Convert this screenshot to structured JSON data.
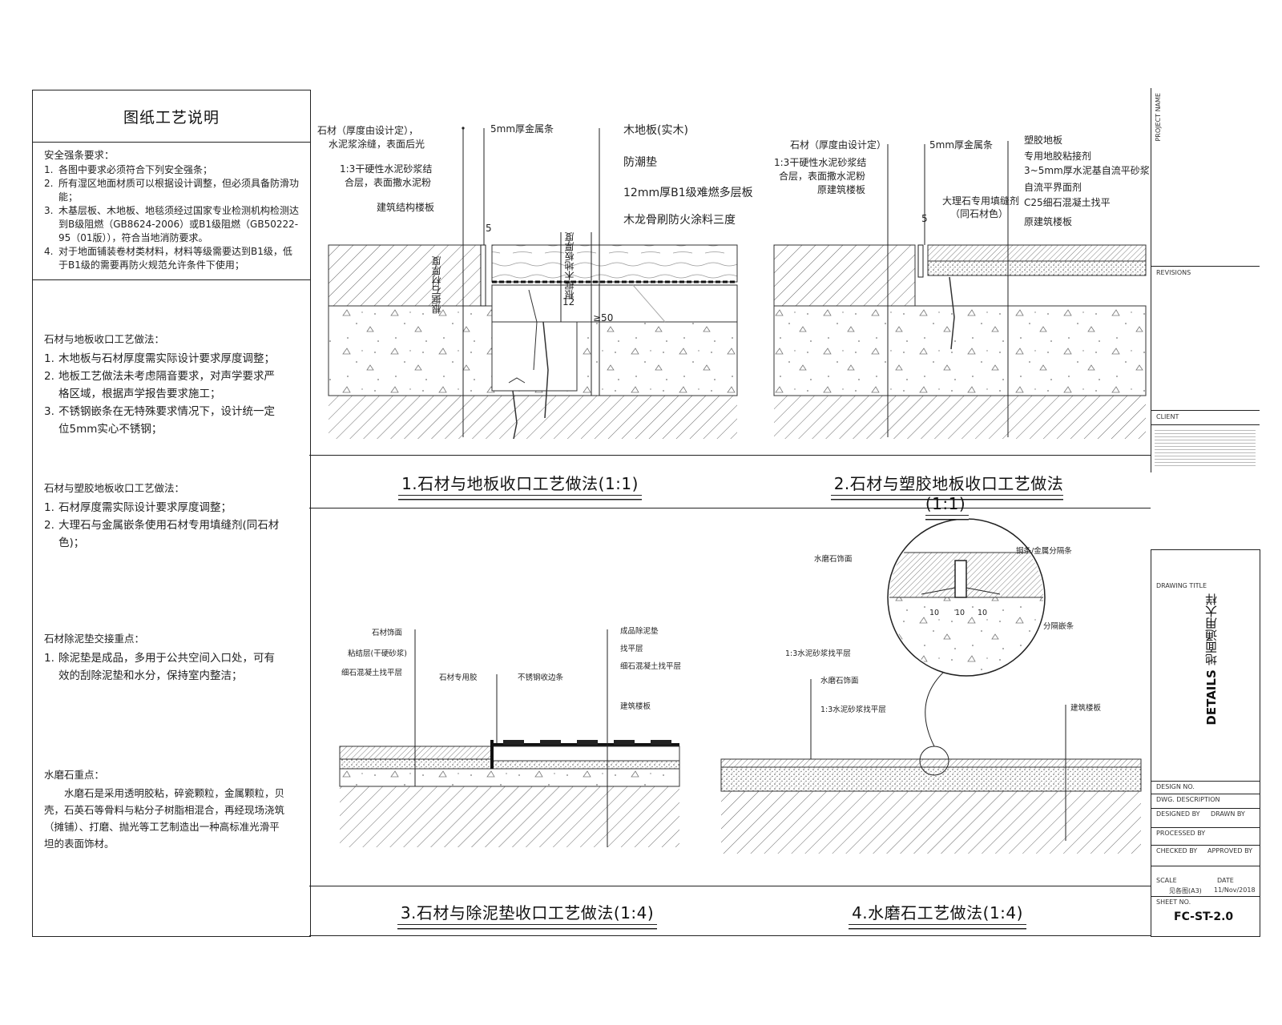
{
  "notes": {
    "title": "图纸工艺说明",
    "safety": {
      "heading": "安全强条要求：",
      "items": [
        "各图中要求必须符合下列安全强条；",
        "所有湿区地面材质可以根据设计调整，但必须具备防滑功能；",
        "木基层板、木地板、地毯须经过国家专业检测机构检测达到B级阻燃（GB8624-2006）或B1级阻燃（GB50222-95（01版）），符合当地消防要求。",
        "对于地面铺装卷材类材料，材料等级需要达到B1级，低于B1级的需要再防火规范允许条件下使用；"
      ]
    },
    "stone_wood": {
      "heading": "石材与地板收口工艺做法：",
      "items": [
        "木地板与石材厚度需实际设计要求厚度调整；",
        "地板工艺做法未考虑隔音要求，对声学要求严格区域，根据声学报告要求施工；",
        "不锈钢嵌条在无特殊要求情况下，设计统一定位5mm实心不锈钢；"
      ]
    },
    "stone_pvc": {
      "heading": "石材与塑胶地板收口工艺做法：",
      "items": [
        "石材厚度需实际设计要求厚度调整；",
        "大理石与金属嵌条使用石材专用填缝剂(同石材色)；"
      ]
    },
    "mat": {
      "heading": "石材除泥垫交接重点：",
      "items": [
        "除泥垫是成品，多用于公共空间入口处，可有效的刮除泥垫和水分，保持室内整洁；"
      ]
    },
    "terrazzo": {
      "heading": "水磨石重点：",
      "body": "水磨石是采用透明胶粘，碎瓷颗粒，金属颗粒，贝壳，石英石等骨料与粘分子树脂相混合，再经现场浇筑（摊铺）、打磨、抛光等工艺制造出一种高标准光滑平坦的表面饰材。"
    }
  },
  "detail1": {
    "caption": "1.石材与地板收口工艺做法(1:1)",
    "left_labels": [
      "石材（厚度由设计定），",
      "水泥浆涂缝，表面后光",
      "1:3干硬性水泥砂浆结",
      "合层，表面撒水泥粉",
      "建筑结构楼板"
    ],
    "strip": "5mm厚金属条",
    "right_labels": [
      "木地板(实木)",
      "防潮垫",
      "12mm厚B1级难燃多层板",
      "木龙骨刷防火涂料三度"
    ],
    "dim5": "5",
    "vtext1": "根据石材厚度",
    "vtext2": "根据木地板厚度",
    "dim12": "12",
    "dim50": "≥50"
  },
  "detail2": {
    "caption": "2.石材与塑胶地板收口工艺做法(1:1)",
    "left_labels": [
      "石材（厚度由设计定）",
      "1:3干硬性水泥砂浆结",
      "合层，表面撒水泥粉",
      "原建筑楼板"
    ],
    "strip": "5mm厚金属条",
    "sealant1": "大理石专用填缝剂",
    "sealant2": "（同石材色）",
    "right_labels": [
      "塑胶地板",
      "专用地胶粘接剂",
      "3~5mm厚水泥基自流平砂浆",
      "自流平界面剂",
      "C25细石混凝土找平",
      "原建筑楼板"
    ],
    "dim5": "5"
  },
  "detail3": {
    "caption": "3.石材与除泥垫收口工艺做法(1:4)",
    "left_labels": [
      "石材饰面",
      "粘结层(干硬砂浆)",
      "细石混凝土找平层"
    ],
    "mid_labels": [
      "石材专用胶",
      "不锈钢收边条"
    ],
    "right_labels": [
      "成品除泥垫",
      "找平层",
      "细石混凝土找平层",
      "建筑楼板"
    ]
  },
  "detail4": {
    "caption": "4.水磨石工艺做法(1:4)",
    "detail_labels": [
      "水磨石饰面",
      "铜条/金属分隔条",
      "1:3水泥砂浆找平层",
      "分隔嵌条"
    ],
    "lower_labels": [
      "水磨石饰面",
      "1:3水泥砂浆找平层",
      "建筑楼板"
    ],
    "dims": [
      "10",
      "10",
      "10"
    ]
  },
  "titleblock": {
    "project_name": "PROJECT NAME",
    "revisions": "REVISIONS",
    "client": "CLIENT",
    "drawing_title_label": "DRAWING TITLE",
    "drawing_title_en": "DETAILS",
    "drawing_title_cn": "地面通用大样",
    "design_no": "DESIGN NO.",
    "dwg_description": "DWG. DESCRIPTION",
    "designed_by": "DESIGNED BY",
    "drawn_by": "DRAWN BY",
    "processed_by": "PROCESSED BY",
    "checked_by": "CHECKED BY",
    "approved_by": "APPROVED BY",
    "scale": "SCALE",
    "scale_value": "见各图(A3)",
    "date": "DATE",
    "date_value": "11/Nov/2018",
    "sheet_no": "SHEET NO.",
    "sheet_value": "FC-ST-2.0"
  }
}
